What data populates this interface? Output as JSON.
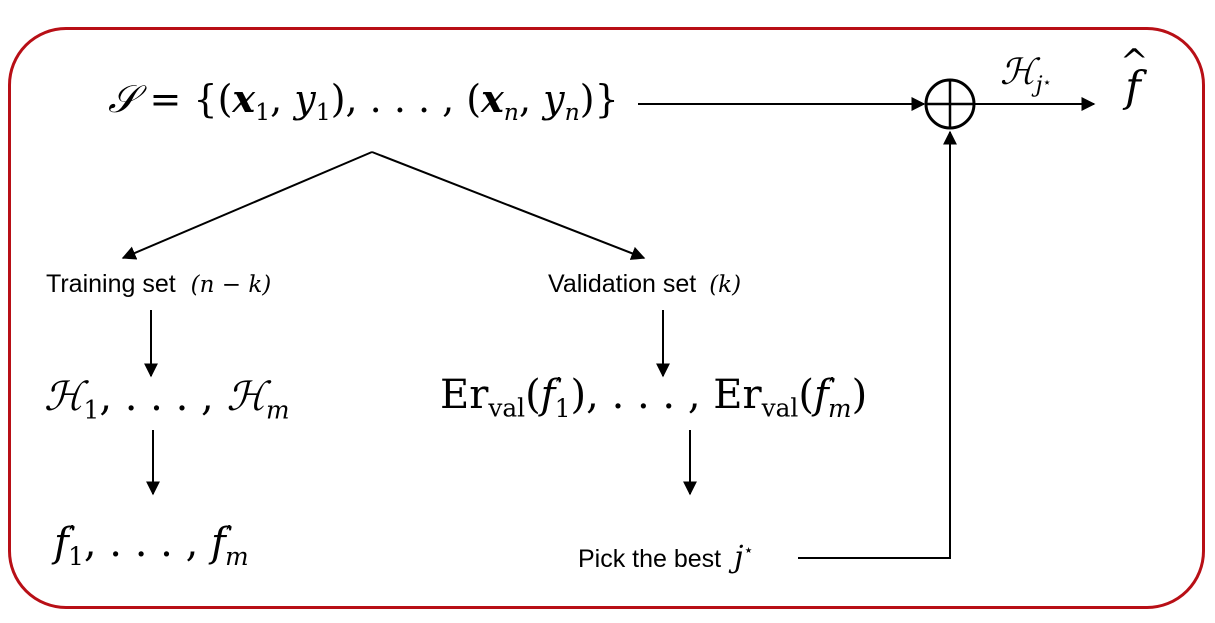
{
  "colors": {
    "frame": "#b80f16",
    "ink": "#000000"
  },
  "dataset_set": {
    "lhs": "𝒮",
    "eq": " = {(",
    "x": "x",
    "sub1": "1",
    "mid1": ", ",
    "y": "y",
    "mid2": "), . . . , (",
    "subn": "n",
    "close": ")}"
  },
  "training": {
    "label": "Training set",
    "size": "(n − k)"
  },
  "validation": {
    "label": "Validation set",
    "size": "(k)"
  },
  "hypotheses": {
    "H": "ℋ",
    "first": "1",
    "sep": ", . . . , ",
    "last": "m"
  },
  "predictors": {
    "f": "f",
    "prime": "′",
    "first": "1",
    "sep": ", . . . , ",
    "last": "m"
  },
  "errors": {
    "er": "Er",
    "val": "val",
    "open": "(",
    "f": "f",
    "prime": "′",
    "first": "1",
    "sep": "), . . . , ",
    "last": "m",
    "close": ")"
  },
  "pick": {
    "label": "Pick the best",
    "j": "j",
    "star": "⋆"
  },
  "output": {
    "H": "ℋ",
    "j": "j",
    "star": "⋆",
    "fhat": "f",
    "hat": "^"
  }
}
